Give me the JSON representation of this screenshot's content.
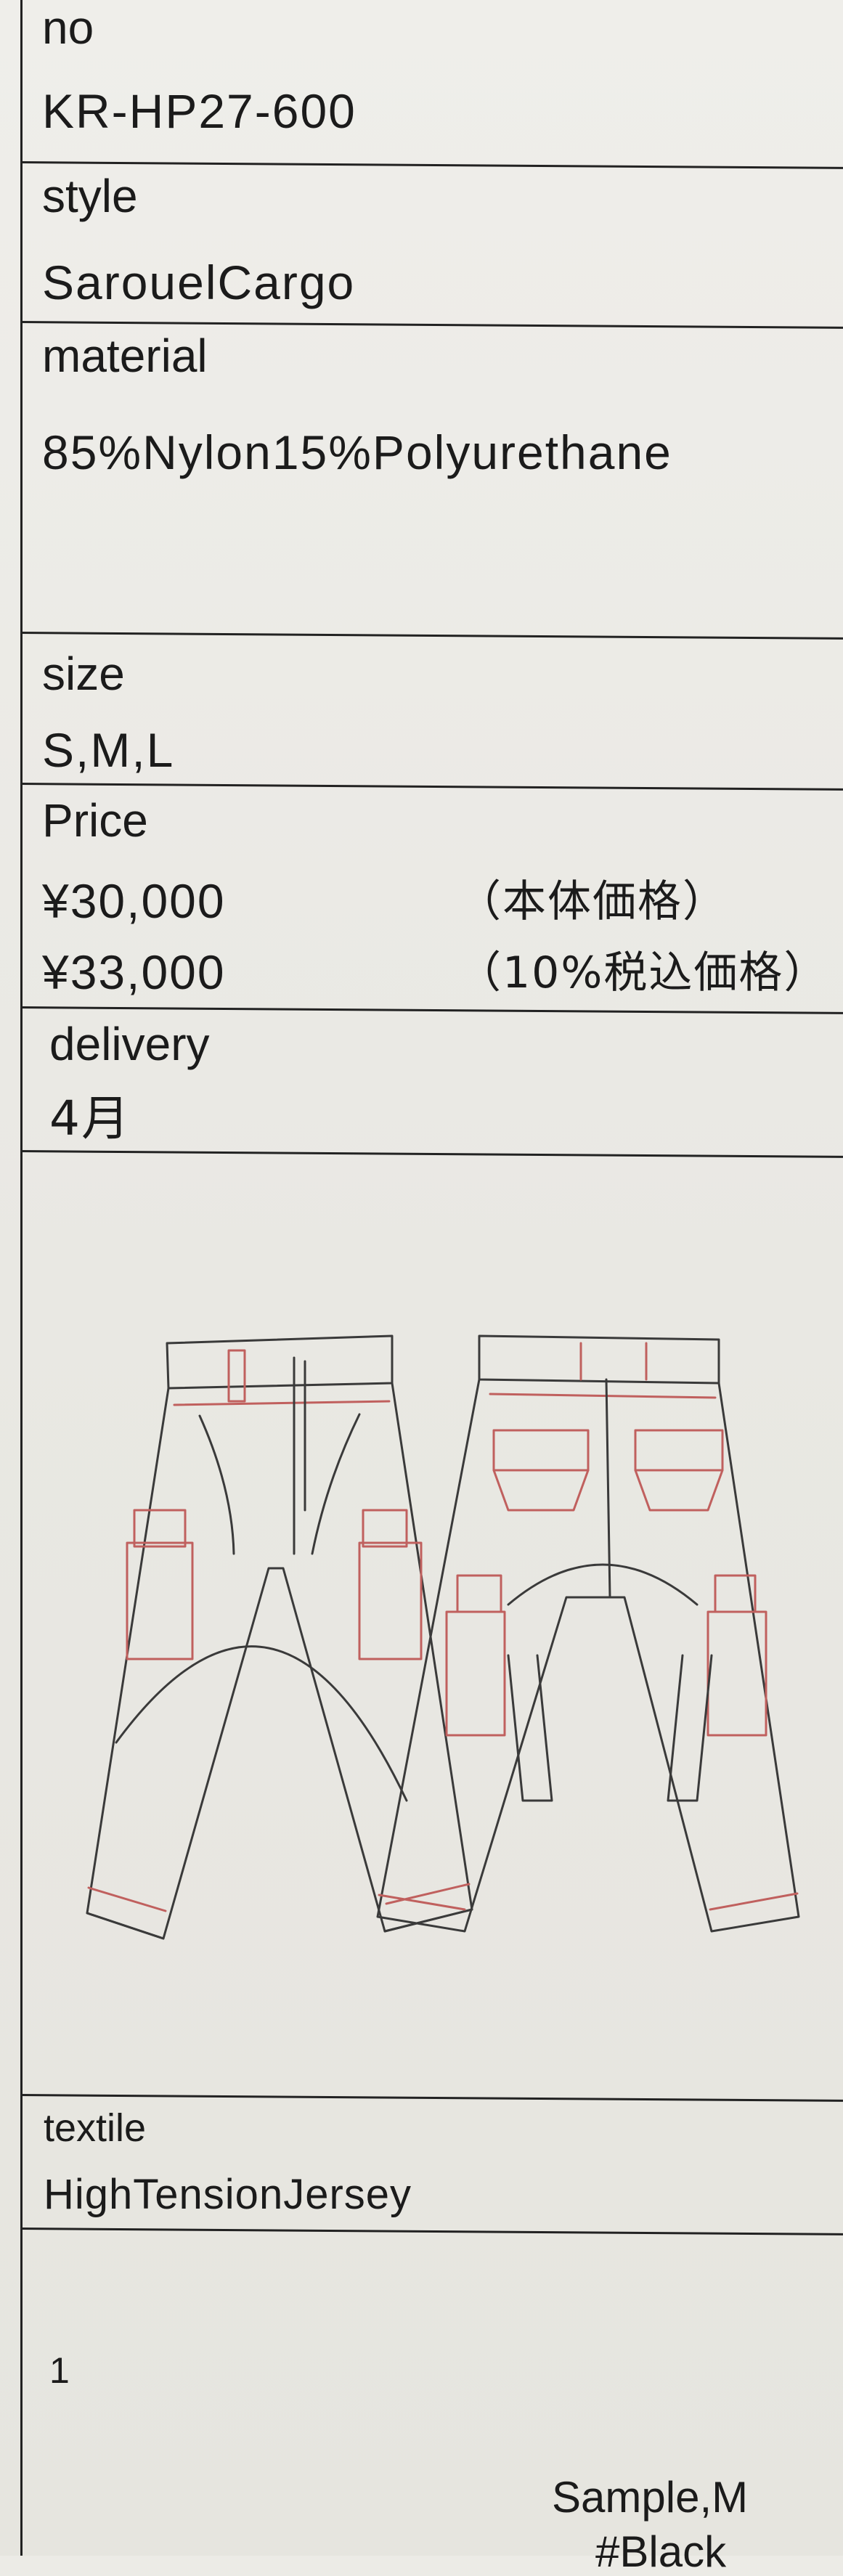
{
  "no": {
    "label": "no",
    "value": "KR-HP27-600"
  },
  "style": {
    "label": "style",
    "value": "SarouelCargo"
  },
  "material": {
    "label": "material",
    "value": "85%Nylon15%Polyurethane"
  },
  "size": {
    "label": "size",
    "value": "S,M,L"
  },
  "price": {
    "label": "Price",
    "base": "¥30,000",
    "base_note": "（本体価格）",
    "tax": "¥33,000",
    "tax_note": "（10%税込価格）"
  },
  "delivery": {
    "label": "delivery",
    "value": "4月"
  },
  "textile": {
    "label": "textile",
    "value": "HighTensionJersey"
  },
  "footer": {
    "count": "1",
    "sample": "Sample,M",
    "color": "#Black"
  },
  "colors": {
    "line": "#222222",
    "stitch": "#c0605e",
    "paper": "#ecebe6"
  }
}
